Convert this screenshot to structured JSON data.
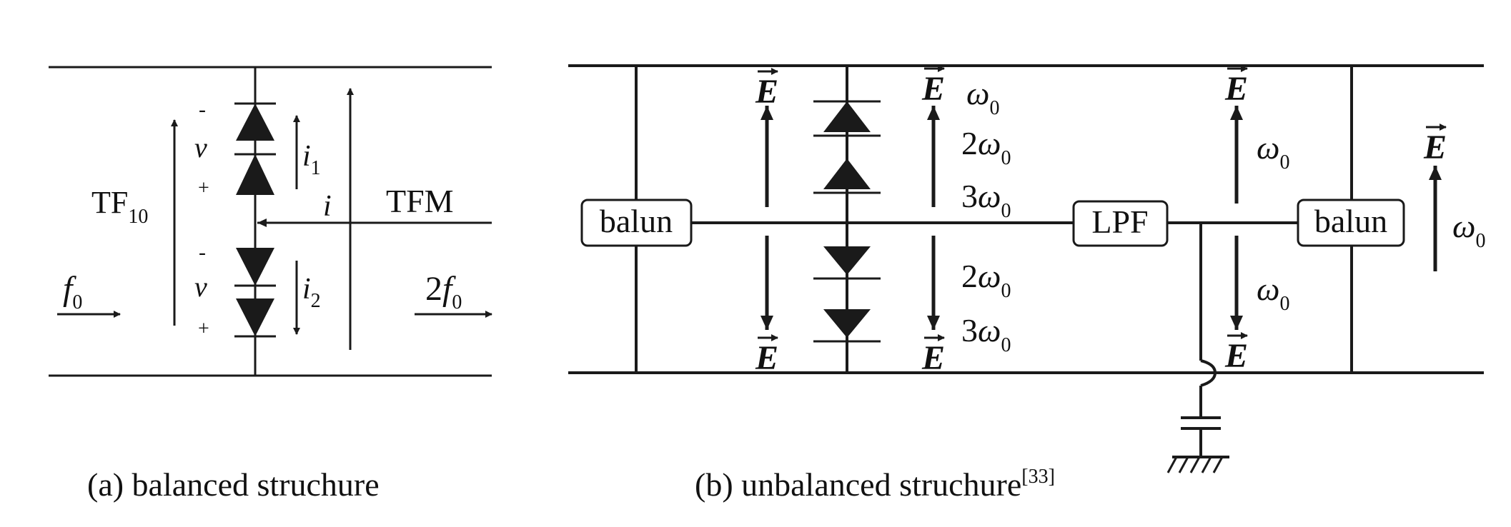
{
  "panel_a": {
    "caption": "(a) balanced struchure",
    "minus_top": "-",
    "v_top": "v",
    "plus_top": "+",
    "minus_bottom": "-",
    "v_bottom": "v",
    "plus_bottom": "+",
    "i1_base": "i",
    "i1_sub": "1",
    "i2_base": "i",
    "i2_sub": "2",
    "i_label": "i",
    "tf10_base": "TF",
    "tf10_sub": "10",
    "tfm_label": "TFM",
    "f0_base": "f",
    "f0_sub": "0",
    "f2_prefix": "2",
    "f2_base": "f",
    "f2_sub": "0"
  },
  "panel_b": {
    "caption": "(b) unbalanced struchure",
    "citation": "[33]",
    "balun_left": "balun",
    "lpf": "LPF",
    "balun_right": "balun",
    "e_field": "E",
    "omega": "ω",
    "omega_sub": "0",
    "coef_2": "2",
    "coef_3": "3"
  }
}
